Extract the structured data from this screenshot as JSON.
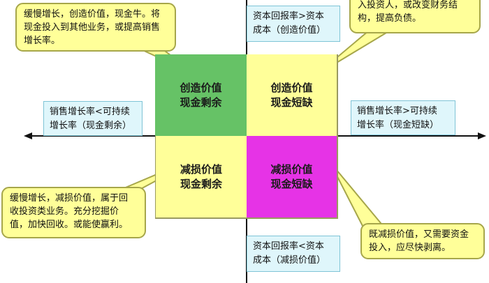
{
  "quadrants": {
    "top_left": [
      "创造价值",
      "现金剩余"
    ],
    "top_right": [
      "创造价值",
      "现金短缺"
    ],
    "bottom_left": [
      "减损价值",
      "现金剩余"
    ],
    "bottom_right": [
      "减损价值",
      "现金短缺"
    ]
  },
  "labels": {
    "top": [
      "资本回报率>资本",
      "成本（创造价值）"
    ],
    "bottom": [
      "资本回报率<资本",
      "成本（减损价值）"
    ],
    "left": [
      "销售增长率<可持续",
      "增长率（现金剩余）"
    ],
    "right": [
      "销售增长率>可持续",
      "增长率（现金短缺）"
    ]
  },
  "callouts": {
    "top_left": [
      "缓慢增长，创造价值，现金牛。将",
      "现金投入到其他业务，或提高销售",
      "增长率。"
    ],
    "top_right": [
      "入投资人，或改变财务结",
      "构，提高负债。"
    ],
    "bottom_left": [
      "缓慢增长，减损价值，属于回",
      "收投资类业务。充分挖掘价",
      "值，加快回收。或能使赢利。"
    ],
    "bottom_right": [
      "既减损价值，又需要资金",
      "投入，应尽快剥离。"
    ]
  },
  "colors": {
    "create_surplus": "#66c266",
    "shortage_create": "#ffff99",
    "destroy_shortage": "#e633e6",
    "label_bg": "#dff6fb",
    "callout_bg": "#ffff99"
  }
}
